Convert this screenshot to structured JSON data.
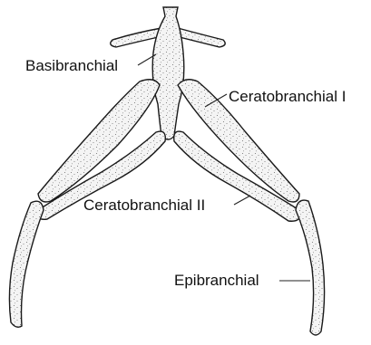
{
  "labels": {
    "basibranchial": "Basibranchial",
    "ceratobranchial_1": "Ceratobranchial I",
    "ceratobranchial_2": "Ceratobranchial II",
    "epibranchial": "Epibranchial"
  },
  "colors": {
    "outline": "#1a1a1a",
    "fill": "#f4f4f4",
    "stipple": "#6b6b6b"
  }
}
